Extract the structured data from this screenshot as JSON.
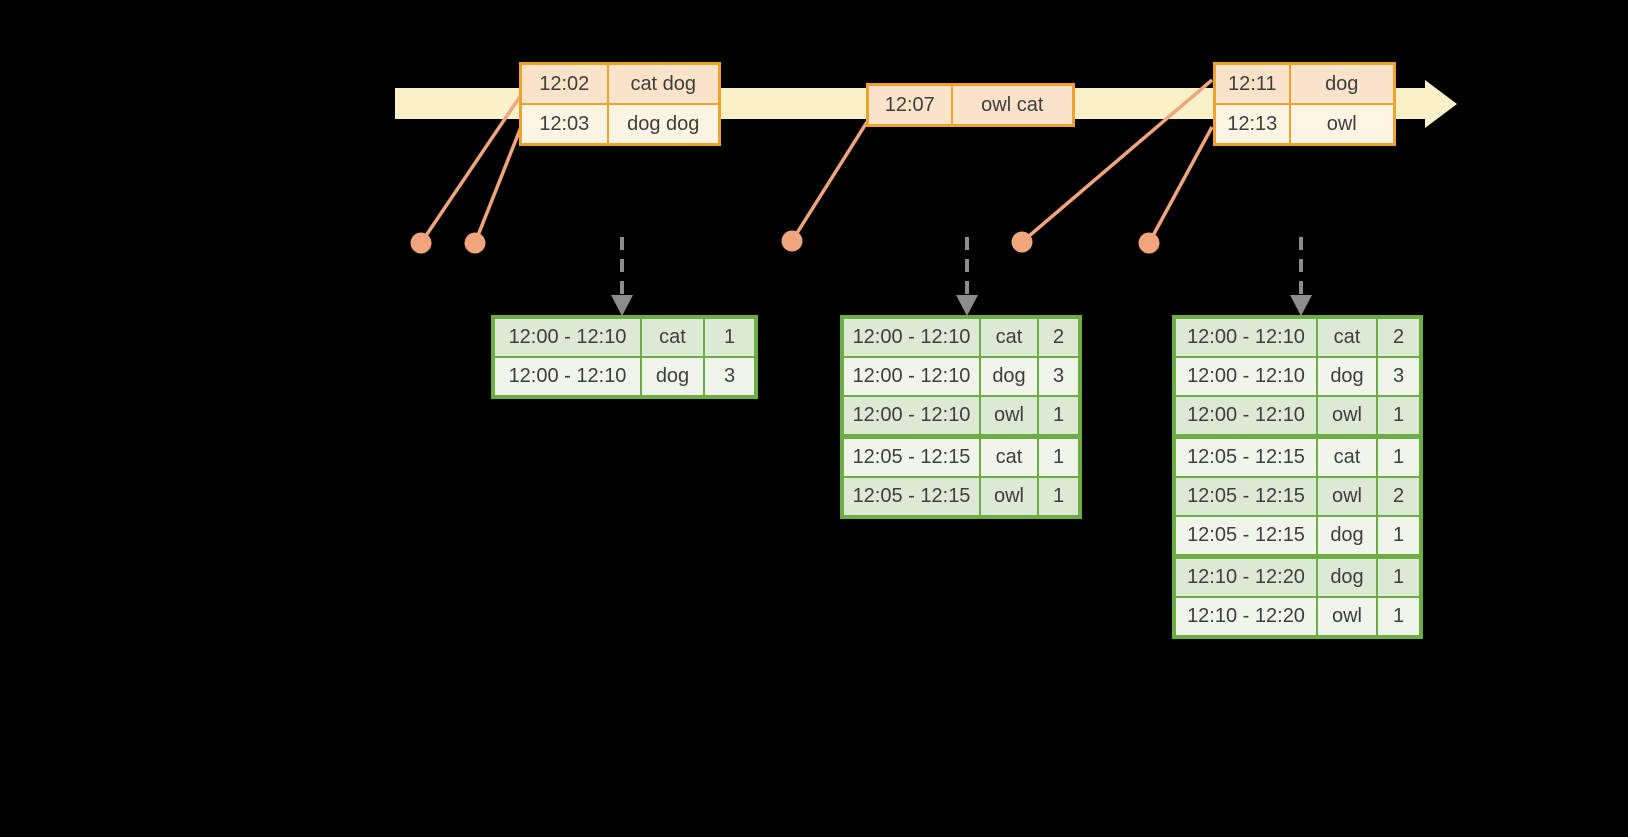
{
  "event_tables": [
    {
      "rows": [
        {
          "time": "12:02",
          "words": "cat dog"
        },
        {
          "time": "12:03",
          "words": "dog dog"
        }
      ]
    },
    {
      "rows": [
        {
          "time": "12:07",
          "words": "owl cat"
        }
      ]
    },
    {
      "rows": [
        {
          "time": "12:11",
          "words": "dog"
        },
        {
          "time": "12:13",
          "words": "owl"
        }
      ]
    }
  ],
  "result_tables": [
    {
      "rows": [
        {
          "window": "12:00 - 12:10",
          "word": "cat",
          "count": "1"
        },
        {
          "window": "12:00 - 12:10",
          "word": "dog",
          "count": "3"
        }
      ]
    },
    {
      "rows": [
        {
          "window": "12:00 - 12:10",
          "word": "cat",
          "count": "2"
        },
        {
          "window": "12:00 - 12:10",
          "word": "dog",
          "count": "3"
        },
        {
          "window": "12:00 - 12:10",
          "word": "owl",
          "count": "1"
        },
        {
          "window": "12:05 - 12:15",
          "word": "cat",
          "count": "1"
        },
        {
          "window": "12:05 - 12:15",
          "word": "owl",
          "count": "1"
        }
      ]
    },
    {
      "rows": [
        {
          "window": "12:00 - 12:10",
          "word": "cat",
          "count": "2"
        },
        {
          "window": "12:00 - 12:10",
          "word": "dog",
          "count": "3"
        },
        {
          "window": "12:00 - 12:10",
          "word": "owl",
          "count": "1"
        },
        {
          "window": "12:05 - 12:15",
          "word": "cat",
          "count": "1"
        },
        {
          "window": "12:05 - 12:15",
          "word": "owl",
          "count": "2"
        },
        {
          "window": "12:05 - 12:15",
          "word": "dog",
          "count": "1"
        },
        {
          "window": "12:10 - 12:20",
          "word": "dog",
          "count": "1"
        },
        {
          "window": "12:10 - 12:20",
          "word": "owl",
          "count": "1"
        }
      ]
    }
  ],
  "colors": {
    "background": "#000000",
    "timeline_fill": "#fbf1c9",
    "event_table_border": "#f0a22f",
    "event_row_dark": "#fae3c8",
    "event_row_light": "#fdf4e3",
    "event_marker": "#f0a57d",
    "trigger_arrow_gray": "#8c8c8c",
    "result_table_border": "#6cae44",
    "result_row_dark": "#dce9d5",
    "result_row_light": "#eff5eb",
    "text": "#3e3e3e"
  }
}
